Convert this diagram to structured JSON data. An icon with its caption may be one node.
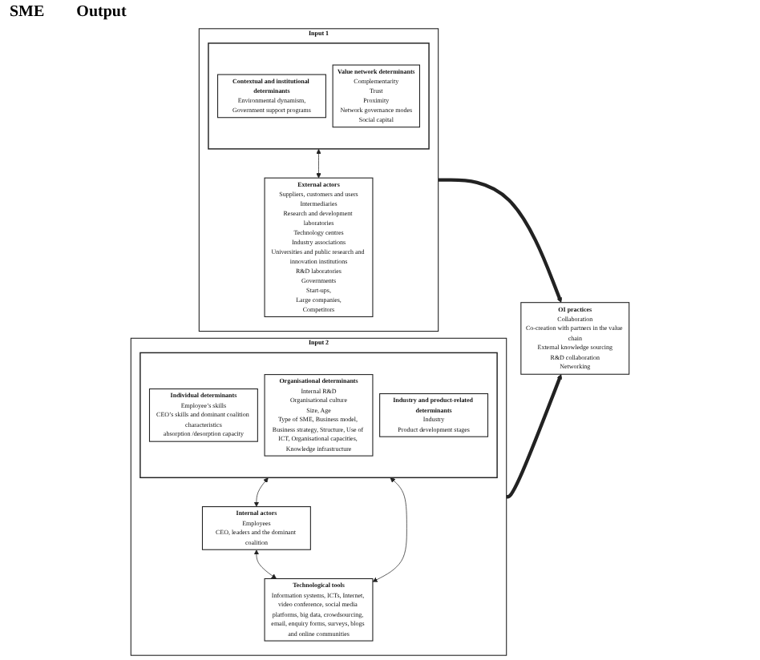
{
  "diagram": {
    "nodes": [
      {
        "text": [
          "Input 1"
        ]
      },
      {
        "text": [],
        "shape": "box",
        "in": 0
      },
      {
        "text": [
          "Contextual and institutional determinants",
          "Environmental dynamism,",
          "Government support programs"
        ],
        "in": 1
      },
      {
        "text": [
          "Value network determinants",
          "Complementarity",
          "Trust",
          "Proximity",
          "Network governance modes",
          "Social capital"
        ],
        "in": 1
      },
      {
        "text": [
          "External actors",
          "Suppliers, customers and users",
          "Intermediaries",
          "Research and development laboratories",
          "Technology centres",
          "Industry associations",
          "Universities and public research and innovation institutions",
          "R&D laboratories",
          "Governments",
          "Start-ups,",
          "Large companies,",
          "Competitors"
        ],
        "in": 0
      },
      {
        "text": [
          "Input 2"
        ]
      },
      {
        "text": [],
        "shape": "box",
        "in": 5
      },
      {
        "text": [
          "Individual determinants",
          "Employee’s skills",
          "CEO’s skills and dominant coalition characteristics",
          "absorption /desorption capacity"
        ],
        "in": 6
      },
      {
        "text": [
          "Organisational determinants",
          "Internal R&D",
          "Organisational culture",
          "Size, Age",
          "Type of SME, Business model, Business strategy, Structure, Use of ICT, Organisational capacities, Knowledge infrastructure"
        ],
        "in": 6
      },
      {
        "text": [
          "Industry and product-related determinants",
          "Industry",
          "Product development stages"
        ],
        "in": 6
      },
      {
        "text": [
          "Internal actors",
          "Employees",
          "CEO, leaders and the dominant coalition"
        ],
        "in": 5
      },
      {
        "text": [
          "Technological tools",
          "Information systems, ICTs, Internet, video conference, social media platforms, big data, crowdsourcing, email, enquiry forms, surveys, blogs and online communities"
        ],
        "in": 5
      },
      {
        "text": [
          "OI practices",
          "Collaboration",
          "Co-creation with partners in the value chain",
          "External knowledge sourcing",
          "R&D collaboration",
          "Networking"
        ]
      }
    ],
    "edges": [
      {
        "from": 1,
        "to": 4,
        "arrow": "both"
      },
      {
        "from": 6,
        "to": 10,
        "arrow": "both"
      },
      {
        "from": 10,
        "to": 11,
        "arrow": "both"
      },
      {
        "from": 6,
        "to": 11,
        "arrow": "both"
      },
      {
        "from": 0,
        "to": 12,
        "arrow": "to",
        "style": "thick"
      },
      {
        "from": 5,
        "to": 12,
        "arrow": "to",
        "style": "thick"
      }
    ],
    "labels": [
      "SME",
      "Output"
    ]
  }
}
